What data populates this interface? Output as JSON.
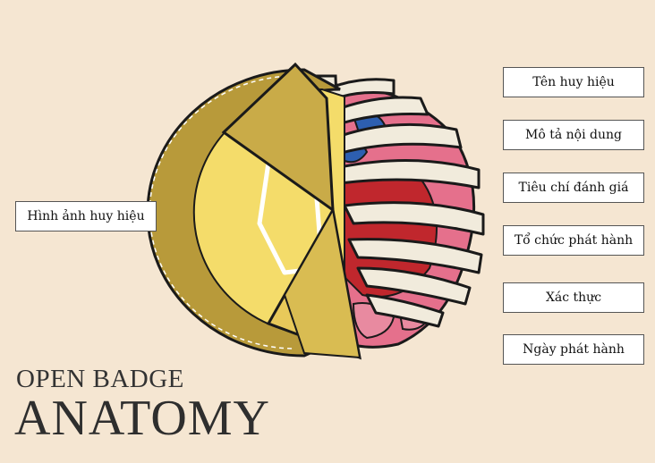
{
  "labels": {
    "badge_image": "Hình ảnh huy hiệu",
    "badge_name": "Tên huy hiệu",
    "description": "Mô tả nội dung",
    "criteria": "Tiêu chí đánh giá",
    "issuer": "Tổ chức phát hành",
    "verification": "Xác thực",
    "issue_date": "Ngày phát hành"
  },
  "title": {
    "line1": "OPEN BADGE",
    "line2": "ANATOMY"
  },
  "colors": {
    "background": "#f5e6d2",
    "badge_gold": "#e8c95a",
    "badge_dark_gold": "#b89a3a",
    "badge_inner": "#f4dc6a",
    "bone": "#f1ebdc",
    "organ_pink": "#e5708c",
    "organ_red": "#c0272d",
    "vessel_blue": "#2d5fb0",
    "outline": "#1a1a1a"
  }
}
